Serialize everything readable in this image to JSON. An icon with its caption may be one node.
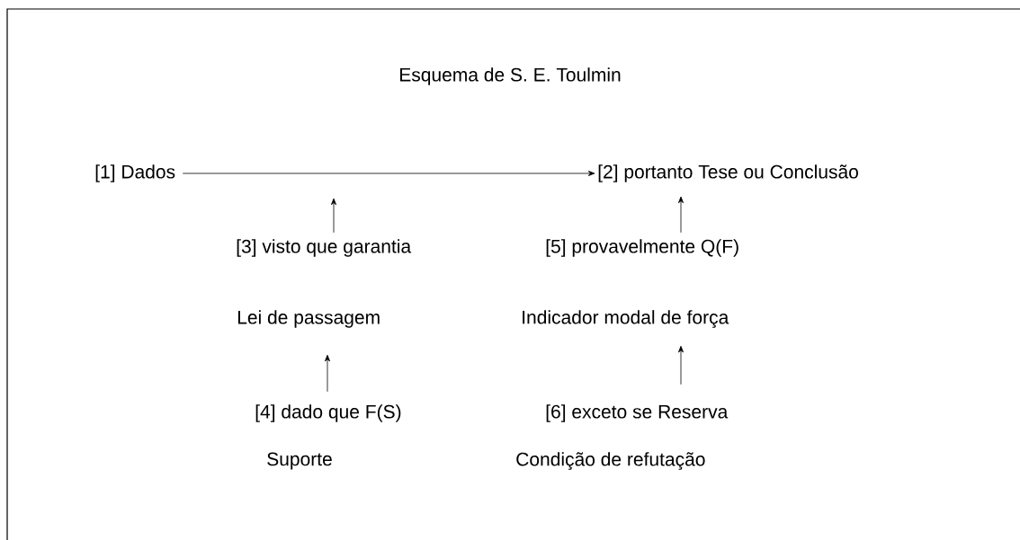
{
  "diagram": {
    "title": "Esquema de S. E. Toulmin",
    "nodes": [
      {
        "text": [
          "[1] Dados"
        ]
      },
      {
        "text": [
          "[2] portanto Tese ou Conclusão"
        ]
      },
      {
        "text": [
          "[3] visto que garantia",
          "Lei de passagem"
        ]
      },
      {
        "text": [
          "[4] dado que F(S)",
          "Suporte"
        ]
      },
      {
        "text": [
          "[5] provavelmente Q(F)",
          "Indicador modal de força"
        ]
      },
      {
        "text": [
          "[6] exceto se Reserva",
          "Condição de refutação"
        ]
      }
    ],
    "edges": [
      {
        "from": 0,
        "to": 1,
        "arrow": "to"
      },
      {
        "from": 2,
        "to": null,
        "arrow": "to"
      },
      {
        "from": 3,
        "to": 2,
        "arrow": "to"
      },
      {
        "from": 4,
        "to": 1,
        "arrow": "to"
      },
      {
        "from": 5,
        "to": 4,
        "arrow": "to"
      }
    ]
  }
}
